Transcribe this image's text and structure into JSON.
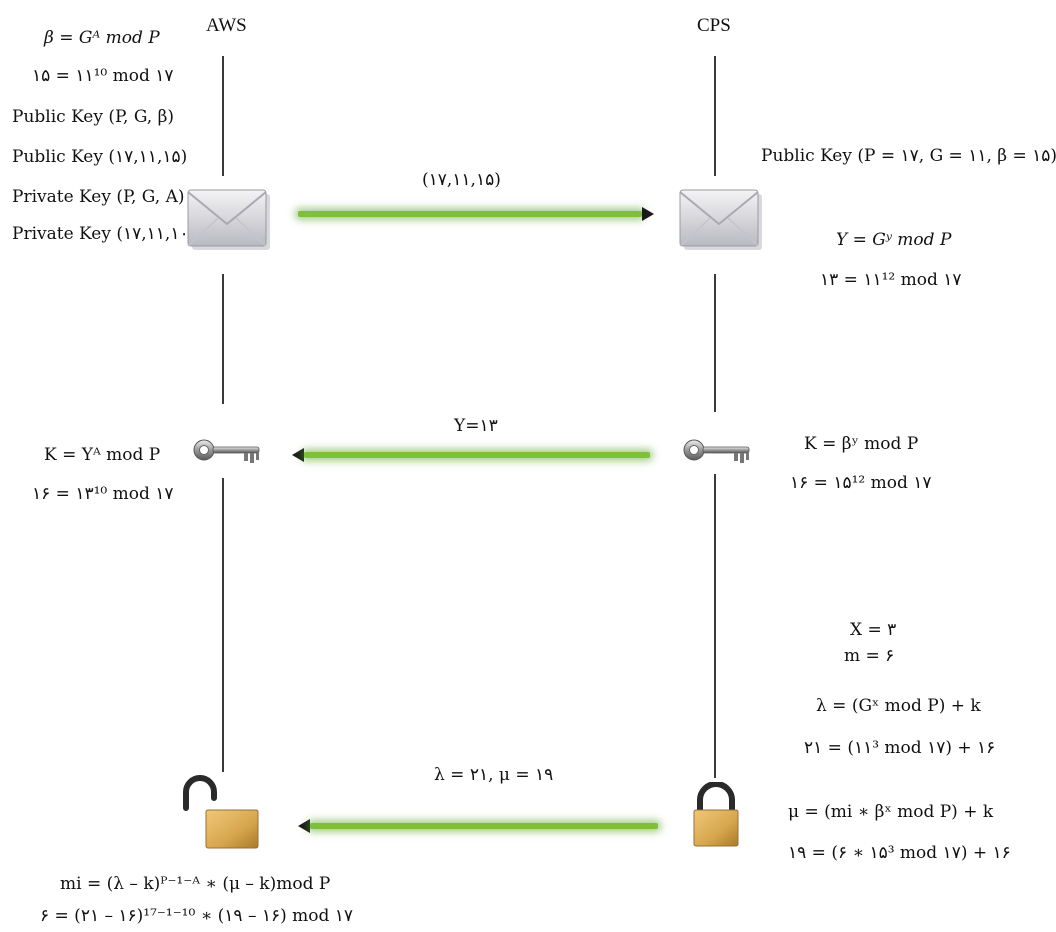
{
  "aws": {
    "header": "AWS",
    "beta_formula": "β = Gᴬ mod P",
    "beta_value": "۱۵ = ۱۱¹⁰ mod ۱۷",
    "pub_key_label": "Public Key  (P, G, β)",
    "pub_key_value": "Public Key  (۱۷,۱۱,۱۵)",
    "priv_key_label": "Private Key (P, G, A)",
    "priv_key_value": "Private Key (۱۷,۱۱,۱۰",
    "k_formula": "K = Yᴬ mod P",
    "k_value": "۱۶ = ۱۳¹⁰ mod ۱۷",
    "mi_formula": "mi = (λ – k)ᴾ⁻¹⁻ᴬ  ∗ (μ – k)mod P",
    "mi_value": "۶ = (۲۱ – ۱۶)¹⁷⁻¹⁻¹⁰  ∗ (۱۹ – ۱۶) mod ۱۷"
  },
  "cps": {
    "header": "CPS",
    "pub_key": "Public Key (P = ۱۷, G = ۱۱, β = ۱۵)",
    "y_formula": "Y = Gʸ mod P",
    "y_value": "۱۳ = ۱۱¹² mod ۱۷",
    "k_formula": "K = βʸ mod P",
    "k_value": "۱۶ = ۱۵¹² mod ۱۷",
    "x_value": "X = ۳",
    "m_value": "m = ۶",
    "lambda_formula": "λ = (Gˣ mod P) + k",
    "lambda_value": "۲۱ = (۱۱³ mod ۱۷) + ۱۶",
    "mu_formula": "μ = (mi ∗ βˣ mod P) + k",
    "mu_value": "۱۹ = (۶ ∗ ۱۵³ mod ۱۷) + ۱۶"
  },
  "messages": {
    "public_key": "(۱۷,۱۱,۱۵)",
    "y": "Y=۱۳",
    "lambda_mu": "λ = ۲۱, μ = ۱۹"
  },
  "icons": {
    "aws_envelope": "envelope-icon",
    "cps_envelope": "envelope-icon",
    "aws_key": "key-icon",
    "cps_key": "key-icon",
    "aws_lock": "open-padlock-icon",
    "cps_lock": "closed-padlock-icon"
  },
  "colors": {
    "arrow": "#7fbf3a",
    "padlock": "#d6a64e"
  }
}
